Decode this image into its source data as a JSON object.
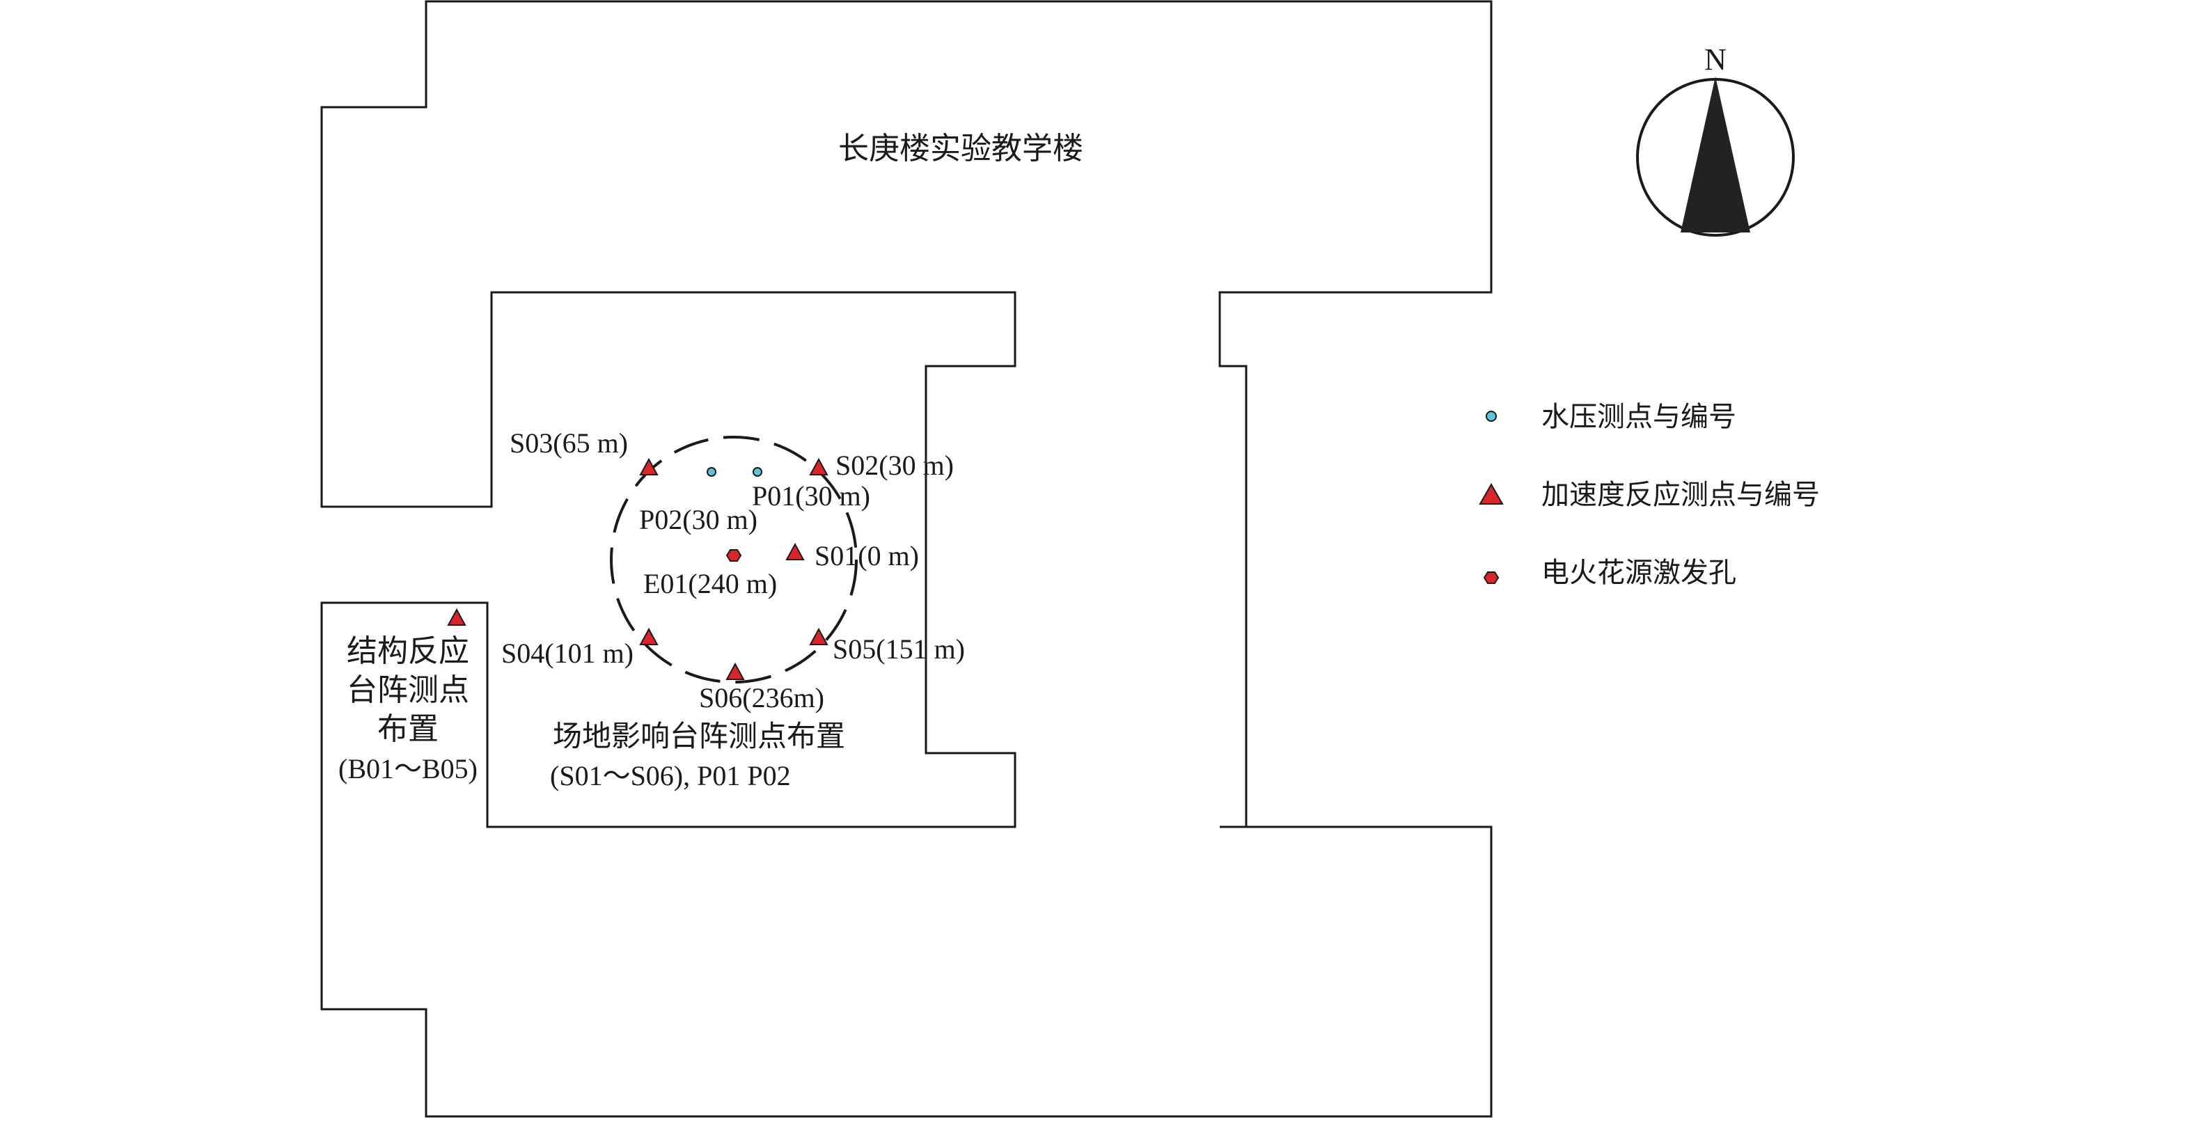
{
  "building_title": "长庚楼实验教学楼",
  "compass": {
    "north_label": "N"
  },
  "legend": {
    "water_pressure": "水压测点与编号",
    "acceleration": "加速度反应测点与编号",
    "spark_source": "电火花源激发孔"
  },
  "structure_array": {
    "line1": "结构反应",
    "line2": "台阵测点",
    "line3": "布置",
    "line4": "(B01～B05)"
  },
  "site_array": {
    "line1": "场地影响台阵测点布置",
    "line2": "(S01～S06), P01 P02"
  },
  "points": {
    "S01": "S01(0 m)",
    "S02": "S02(30 m)",
    "S03": "S03(65 m)",
    "S04": "S04(101 m)",
    "S05": "S05(151 m)",
    "S06": "S06(236m)",
    "P01": "P01(30 m)",
    "P02": "P02(30 m)",
    "E01": "E01(240 m)"
  },
  "colors": {
    "triangle": "#d9262c",
    "water_dot": "#5fc5d6",
    "spark": "#d9262c",
    "line": "#1a1a1a",
    "compass_fill": "#222222"
  }
}
